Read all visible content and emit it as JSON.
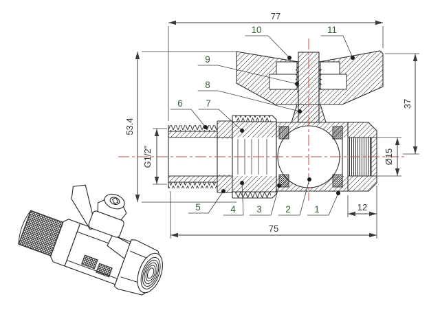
{
  "drawing": {
    "title": "ball-valve-technical-drawing",
    "dimensions": {
      "overall_width_top": "77",
      "overall_height": "53.4",
      "thread_size": "G1/2\"",
      "center_to_handle_top": "37",
      "bore_diameter": "Ø15",
      "nut_length": "12",
      "body_length": "75"
    },
    "callouts": [
      "1",
      "2",
      "3",
      "4",
      "5",
      "6",
      "7",
      "8",
      "9",
      "10",
      "11"
    ],
    "colors": {
      "line": "#3a3a3a",
      "centerline_red": "#b5504a",
      "callout_text": "#2f5f2f",
      "dimension_text": "#333333",
      "background": "#ffffff"
    }
  }
}
